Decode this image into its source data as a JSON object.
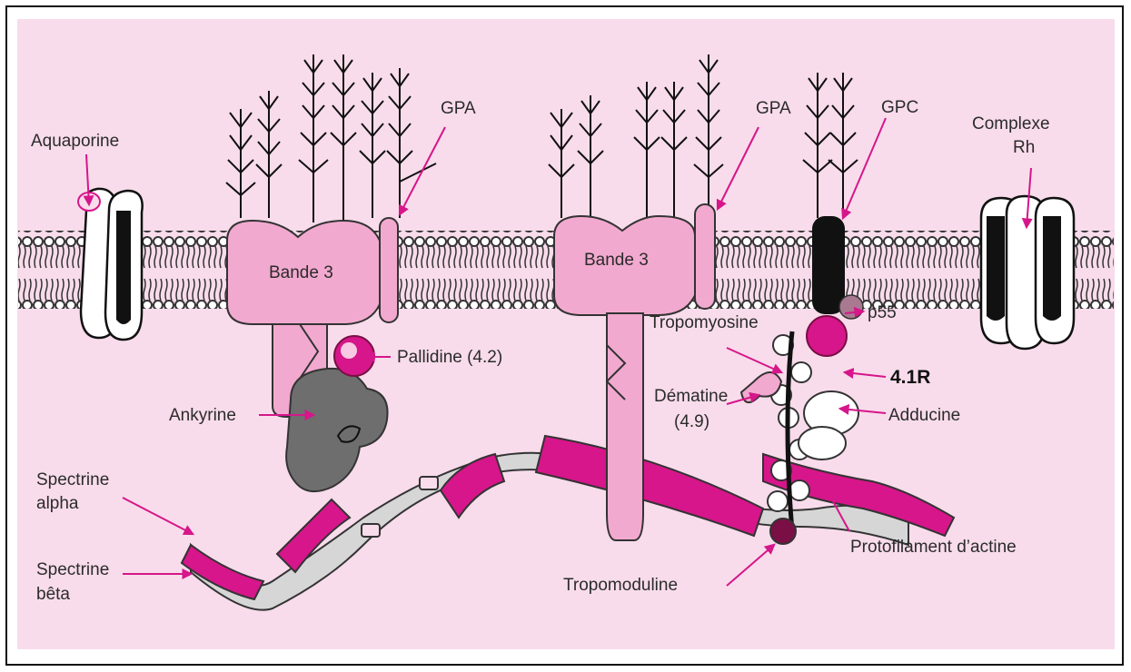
{
  "colors": {
    "background": "#f8dceb",
    "light_protein": "#f2a9cf",
    "magenta": "#d6168a",
    "dark_magenta": "#7a0f45",
    "grey": "#6e6e6e",
    "spectrin_light": "#d6d6d6"
  },
  "labels": {
    "aquaporine": "Aquaporine",
    "gpa_1": "GPA",
    "gpa_2": "GPA",
    "gpc": "GPC",
    "complexe_rh_1": "Complexe",
    "complexe_rh_2": "Rh",
    "bande3_1": "Bande 3",
    "bande3_2": "Bande 3",
    "pallidine": "Pallidine (4.2)",
    "ankyrine": "Ankyrine",
    "tropomyosine": "Tropomyosine",
    "p55": "p55",
    "r41": "4.1R",
    "dematine_1": "Dématine",
    "dematine_2": "(4.9)",
    "adducine": "Adducine",
    "spectrine_alpha_1": "Spectrine",
    "spectrine_alpha_2": "alpha",
    "spectrine_beta_1": "Spectrine",
    "spectrine_beta_2": "bêta",
    "protofilament": "Protofilament d’actine",
    "tropomoduline": "Tropomoduline"
  }
}
